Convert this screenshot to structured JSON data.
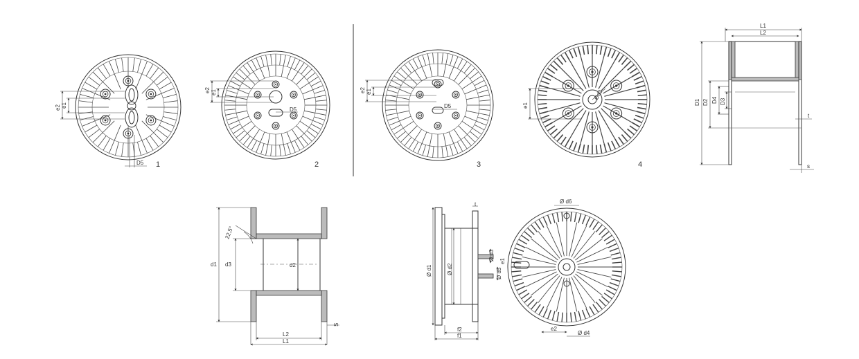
{
  "drawing": {
    "divider": true,
    "figures": [
      {
        "id": "1",
        "number": "1",
        "labels": {
          "e2": "e2",
          "e1": "e1",
          "d5": "D5"
        }
      },
      {
        "id": "2",
        "number": "2",
        "labels": {
          "e2": "e2",
          "e1": "e1",
          "d5": "D5"
        }
      },
      {
        "id": "3",
        "number": "3",
        "labels": {
          "e2": "e2",
          "e1": "e1",
          "d5": "D5"
        }
      },
      {
        "id": "4",
        "number": "4",
        "labels": {
          "e1": "e1",
          "d3": "Ød3"
        }
      }
    ],
    "side_view_top_right": {
      "L1": "L1",
      "L2": "L2",
      "D1": "D1",
      "D2": "D2",
      "D4": "D4",
      "D3": "D3",
      "t": "t",
      "s": "s"
    },
    "section_bottom_left": {
      "d1": "d1",
      "d3": "d3",
      "d2": "d2",
      "angle": "22,5°",
      "L2": "L2",
      "L1": "L1",
      "s": "S"
    },
    "bottom_right": {
      "d1": "Ø d1",
      "d2": "Ø d2",
      "d3": "Ø d3",
      "d5": "Ø d5",
      "e1": "e1",
      "t": "t",
      "f2": "f2",
      "f1": "f1",
      "d6": "Ø d6",
      "e2": "e2",
      "d4": "Ø d4"
    }
  }
}
